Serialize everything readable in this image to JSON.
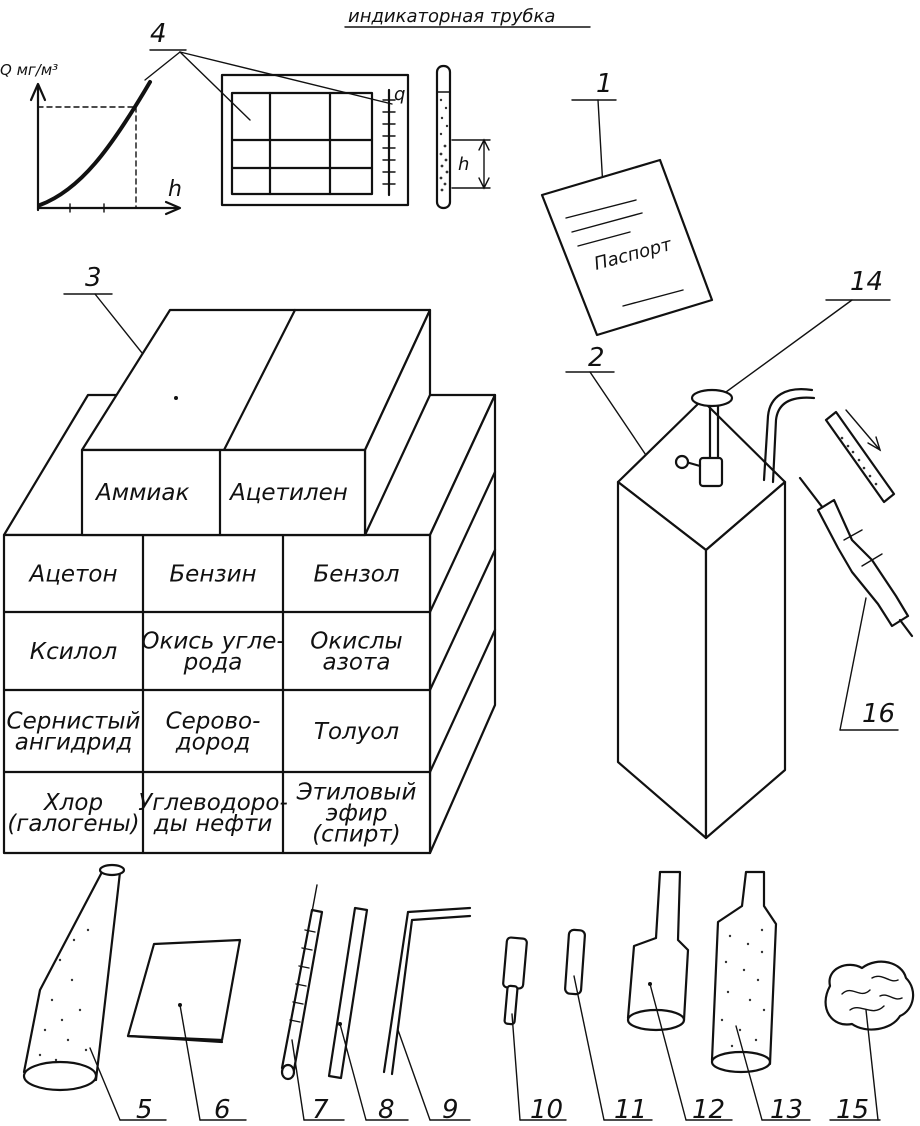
{
  "header": {
    "indicator_tube": "индикаторная трубка"
  },
  "graph": {
    "y_label": "Q мг/м³",
    "x_label": "h"
  },
  "scale_labels": {
    "q_mark": "q",
    "h_mark": "h"
  },
  "passport": {
    "label": "Паспорт"
  },
  "box_top": {
    "left": "Аммиак",
    "right": "Ацетилен"
  },
  "table": {
    "rows": [
      [
        [
          "Ацетон"
        ],
        [
          "Бензин"
        ],
        [
          "Бензол"
        ]
      ],
      [
        [
          "Ксилол"
        ],
        [
          "Окись угле-",
          "рода"
        ],
        [
          "Окислы",
          "азота"
        ]
      ],
      [
        [
          "Сернистый",
          "ангидрид"
        ],
        [
          "Серово-",
          "дород"
        ],
        [
          "Толуол"
        ]
      ],
      [
        [
          "Хлор",
          "(галогены)"
        ],
        [
          "Углеводоро-",
          "ды нефти"
        ],
        [
          "Этиловый",
          "эфир",
          "(спирт)"
        ]
      ]
    ]
  },
  "numbers": {
    "n1": "1",
    "n2": "2",
    "n3": "3",
    "n4": "4",
    "n5": "5",
    "n6": "6",
    "n7": "7",
    "n8": "8",
    "n9": "9",
    "n10": "10",
    "n11": "11",
    "n12": "12",
    "n13": "13",
    "n14": "14",
    "n15": "15",
    "n16": "16"
  }
}
